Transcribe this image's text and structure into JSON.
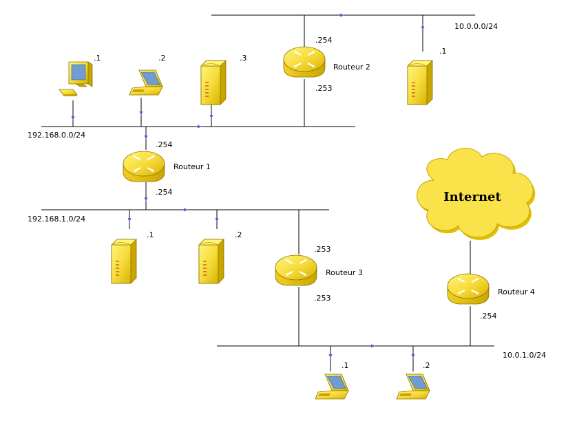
{
  "colors": {
    "line": "#000000",
    "device_fill": "#f7dc3c",
    "device_light": "#fff57a",
    "device_dark": "#c9a500",
    "screen": "#6e9cd3",
    "arrow": "#5b5bd6",
    "cloud_fill": "#f9e24a"
  },
  "networks": {
    "lan_top": "10.0.0.0/24",
    "lan_a": "192.168.0.0/24",
    "lan_b": "192.168.1.0/24",
    "lan_bottom": "10.0.1.0/24"
  },
  "routers": {
    "r1": {
      "name": "Routeur 1",
      "if_top": ".254",
      "if_bottom": ".254"
    },
    "r2": {
      "name": "Routeur 2",
      "if_top": ".254",
      "if_bottom": ".253"
    },
    "r3": {
      "name": "Routeur 3",
      "if_top": ".253",
      "if_bottom": ".253"
    },
    "r4": {
      "name": "Routeur 4",
      "if_bottom": ".254"
    }
  },
  "hosts": {
    "lan_a": [
      {
        "kind": "desktop-icon",
        "addr": ".1"
      },
      {
        "kind": "laptop-icon",
        "addr": ".2"
      },
      {
        "kind": "server-icon",
        "addr": ".3"
      }
    ],
    "lan_top": [
      {
        "kind": "server-icon",
        "addr": ".1"
      }
    ],
    "lan_b": [
      {
        "kind": "server-icon",
        "addr": ".1"
      },
      {
        "kind": "server-icon",
        "addr": ".2"
      }
    ],
    "lan_bottom": [
      {
        "kind": "laptop-icon",
        "addr": ".1"
      },
      {
        "kind": "laptop-icon",
        "addr": ".2"
      }
    ]
  },
  "cloud": {
    "label": "Internet",
    "icon": "cloud-icon"
  }
}
